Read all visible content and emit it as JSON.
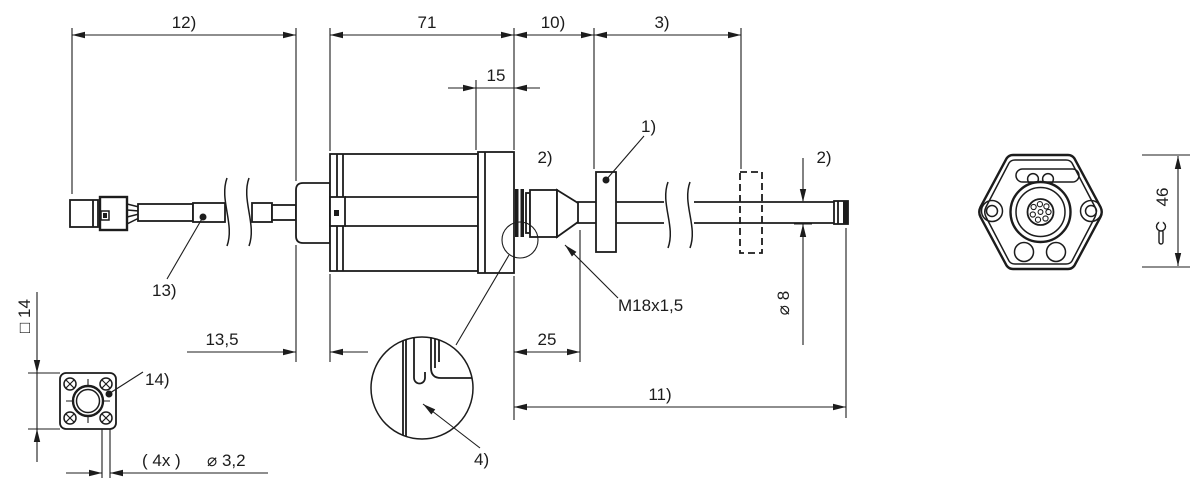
{
  "colors": {
    "line": "#1c1c1c",
    "background": "#ffffff"
  },
  "dims": {
    "d12": "12)",
    "d71": "71",
    "d10": "10)",
    "d3": "3)",
    "d15": "15",
    "d13_5": "13,5",
    "d25": "25",
    "d11": "11)",
    "dia8": "⌀ 8",
    "m18": "M18x1,5",
    "qty4": "( 4x )",
    "dia3_2": "⌀ 3,2",
    "sq14": "□ 14",
    "s46": "46"
  },
  "callouts": {
    "c1": "1)",
    "c2": "2)",
    "c4": "4)",
    "c13": "13)",
    "c14": "14)"
  },
  "icons": {
    "wrench": "open-end-wrench-icon"
  }
}
